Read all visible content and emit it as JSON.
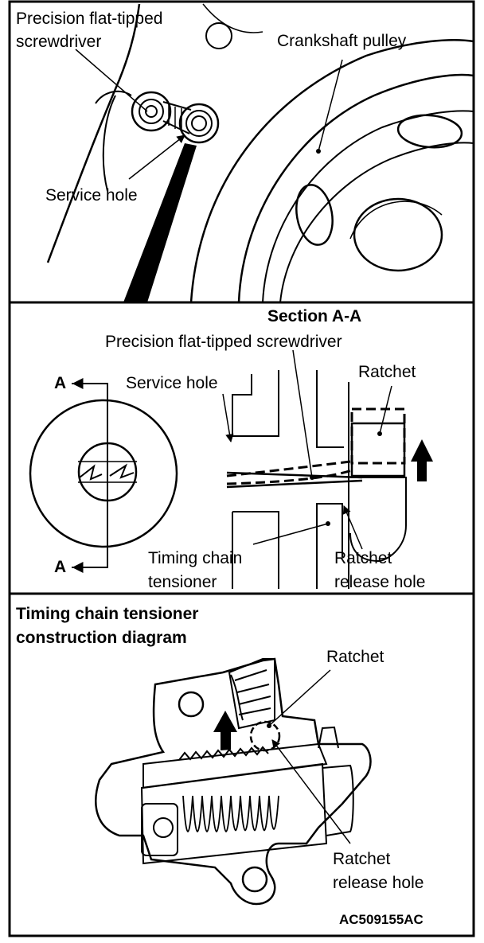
{
  "panels": {
    "top": {
      "screwdriver_label_line1": "Precision flat-tipped",
      "screwdriver_label_line2": "screwdriver",
      "pulley_label": "Crankshaft pulley",
      "service_hole_label": "Service hole"
    },
    "section": {
      "title": "Section A-A",
      "screwdriver_label": "Precision flat-tipped screwdriver",
      "service_hole_label": "Service hole",
      "ratchet_label": "Ratchet",
      "section_mark_top": "A",
      "section_mark_bottom": "A",
      "tensioner_label_line1": "Timing chain",
      "tensioner_label_line2": "tensioner",
      "release_label_line1": "Ratchet",
      "release_label_line2": "release hole"
    },
    "construction": {
      "title_line1": "Timing chain tensioner",
      "title_line2": "construction diagram",
      "ratchet_label": "Ratchet",
      "release_label_line1": "Ratchet",
      "release_label_line2": "release hole",
      "figure_code": "AC509155AC"
    }
  },
  "colors": {
    "ink": "#000000",
    "paper": "#ffffff"
  }
}
